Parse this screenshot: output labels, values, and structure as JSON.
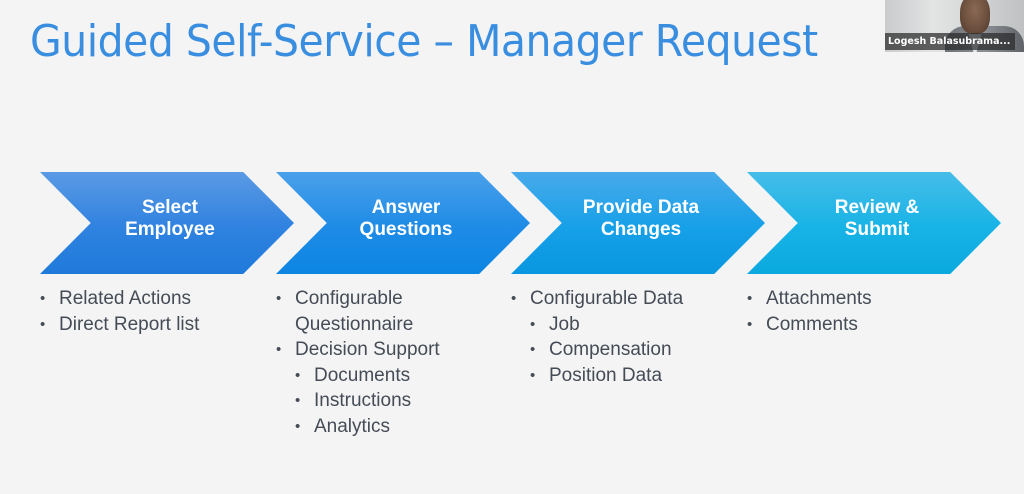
{
  "slide": {
    "title": "Guided Self-Service – Manager Request",
    "title_color": "#3a8ee0",
    "steps": [
      {
        "label_line1": "Select",
        "label_line2": "Employee",
        "bullets": [
          {
            "text": "Related Actions",
            "level": 1
          },
          {
            "text": "Direct Report list",
            "level": 1
          }
        ]
      },
      {
        "label_line1": "Answer",
        "label_line2": "Questions",
        "bullets": [
          {
            "text": "Configurable",
            "level": 1
          },
          {
            "text": "Questionnaire",
            "level": 1,
            "continuation": true
          },
          {
            "text": "Decision Support",
            "level": 1
          },
          {
            "text": "Documents",
            "level": 2
          },
          {
            "text": "Instructions",
            "level": 2
          },
          {
            "text": "Analytics",
            "level": 2
          }
        ]
      },
      {
        "label_line1": "Provide Data",
        "label_line2": "Changes",
        "bullets": [
          {
            "text": "Configurable Data",
            "level": 1
          },
          {
            "text": "Job",
            "level": 2
          },
          {
            "text": "Compensation",
            "level": 2
          },
          {
            "text": "Position Data",
            "level": 2
          }
        ]
      },
      {
        "label_line1": "Review &",
        "label_line2": "Submit",
        "bullets": [
          {
            "text": "Attachments",
            "level": 1
          },
          {
            "text": "Comments",
            "level": 1
          }
        ]
      }
    ]
  },
  "webcam": {
    "participant_name": "Logesh Balasubrama..."
  }
}
